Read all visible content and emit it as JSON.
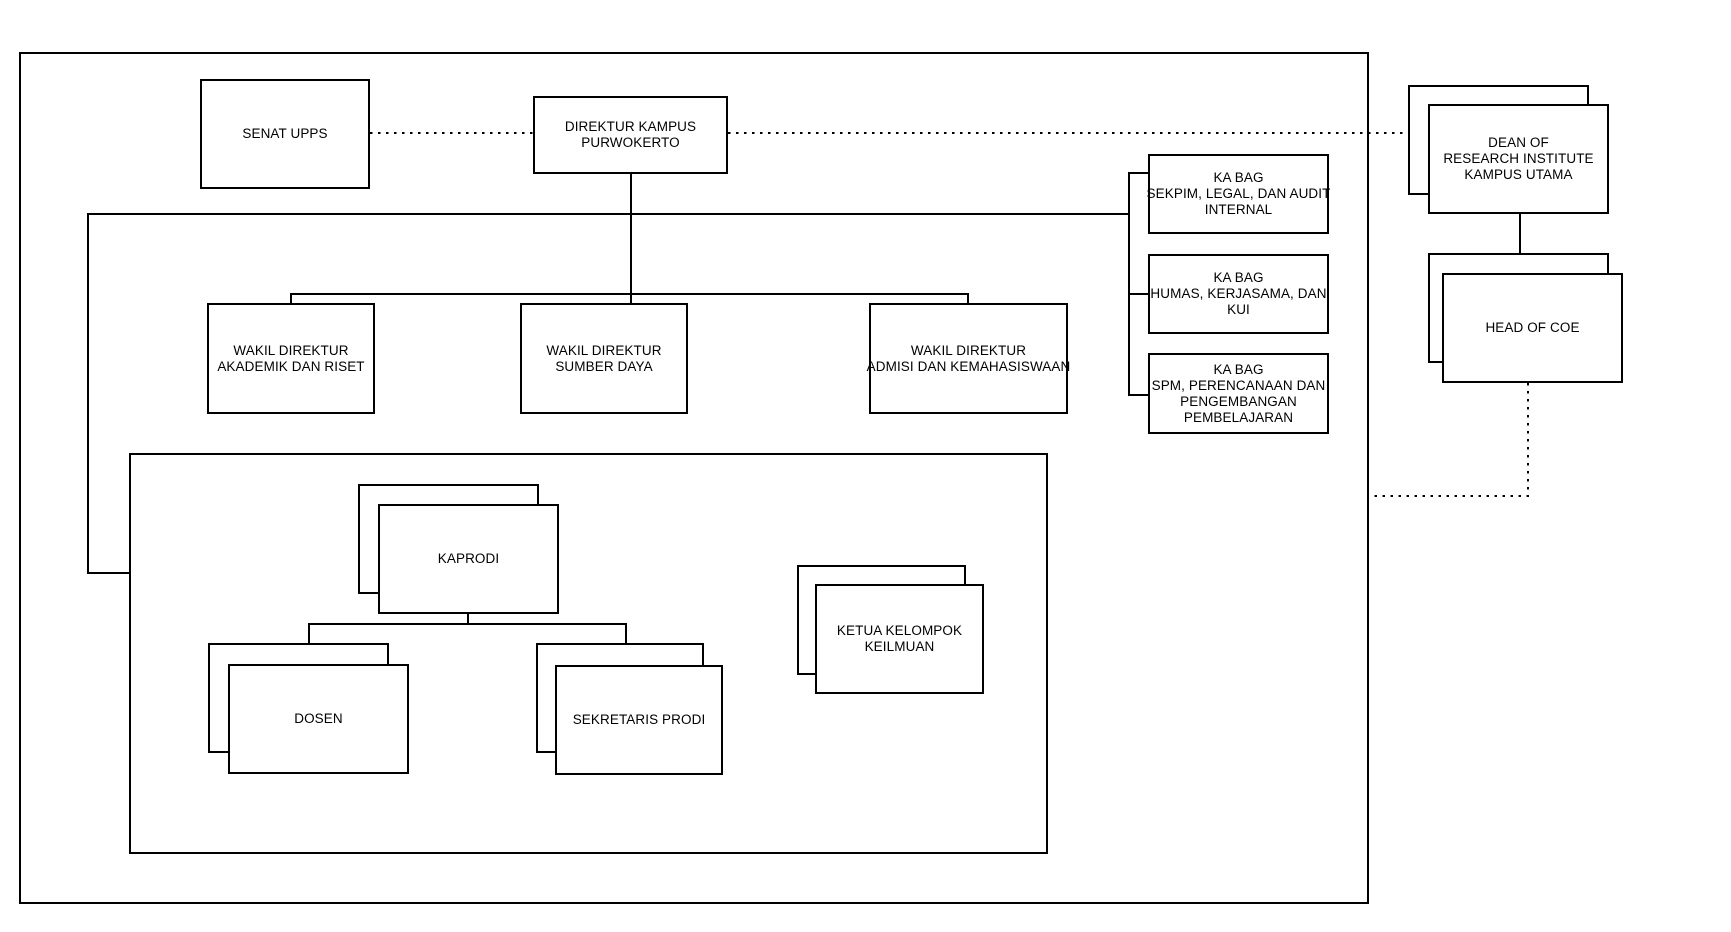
{
  "diagram": {
    "type": "org-chart",
    "colors": {
      "stroke": "#000000",
      "fill": "#ffffff",
      "text": "#000000"
    },
    "nodes": {
      "senat_upps": {
        "lines": [
          "SENAT UPPS"
        ]
      },
      "direktur_kampus": {
        "lines": [
          "DIREKTUR KAMPUS",
          "PURWOKERTO"
        ]
      },
      "wakil_akademik": {
        "lines": [
          "WAKIL DIREKTUR",
          "AKADEMIK DAN RISET"
        ]
      },
      "wakil_sumber_daya": {
        "lines": [
          "WAKIL DIREKTUR",
          "SUMBER DAYA"
        ]
      },
      "wakil_admisi": {
        "lines": [
          "WAKIL DIREKTUR",
          "ADMISI DAN KEMAHASISWAAN"
        ]
      },
      "kabag_sekpim": {
        "lines": [
          "KA BAG",
          "SEKPIM, LEGAL, DAN AUDIT",
          "INTERNAL"
        ]
      },
      "kabag_humas": {
        "lines": [
          "KA BAG",
          "HUMAS, KERJASAMA, DAN",
          "KUI"
        ]
      },
      "kabag_spm": {
        "lines": [
          "KA BAG",
          "SPM, PERENCANAAN DAN",
          "PENGEMBANGAN",
          "PEMBELAJARAN"
        ]
      },
      "dean_research": {
        "lines": [
          "DEAN OF",
          "RESEARCH INSTITUTE",
          "KAMPUS UTAMA"
        ]
      },
      "head_of_coe": {
        "lines": [
          "HEAD OF COE"
        ]
      },
      "kaprodi": {
        "lines": [
          "KAPRODI"
        ]
      },
      "dosen": {
        "lines": [
          "DOSEN"
        ]
      },
      "sekretaris_prodi": {
        "lines": [
          "SEKRETARIS PRODI"
        ]
      },
      "ketua_kelompok": {
        "lines": [
          "KETUA KELOMPOK",
          "KEILMUAN"
        ]
      }
    },
    "edges": {
      "solid": [
        "direktur-kampus -> wakil-direktur-sumber-daya",
        "direktur-kampus rail -> ka-bag column",
        "direktur-kampus rail -> prodi-group-boundary",
        "rail -> wakil-direktur-akademik / wakil-direktur-admisi",
        "kaprodi -> dosen / sekretaris-prodi",
        "dean-of-research-institute -> head-of-coe"
      ],
      "dotted": [
        "senat-upps -- direktur-kampus",
        "direktur-kampus -- dean-of-research-institute",
        "head-of-coe -- campus-boundary"
      ]
    }
  }
}
